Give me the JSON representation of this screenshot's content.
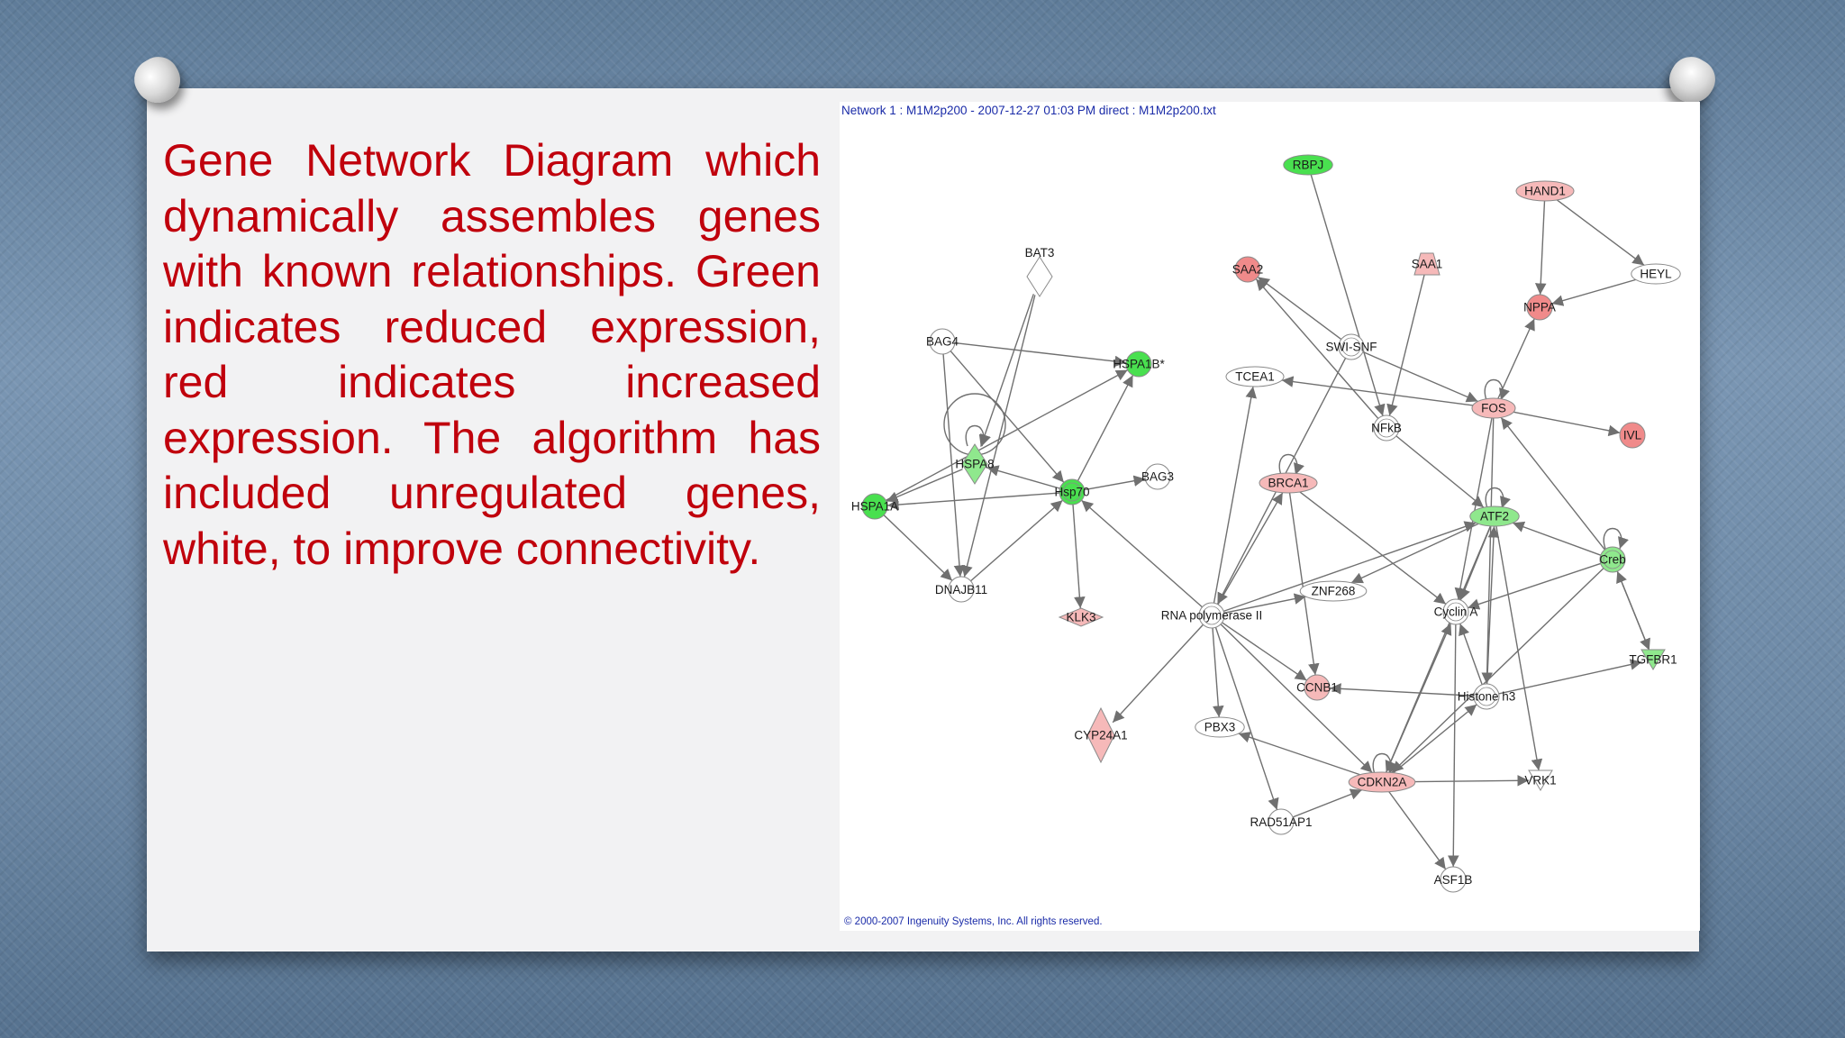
{
  "description": "Gene Network Diagram which dynamically assembles genes with known relationships. Green indicates reduced expression, red indicates increased expression. The algorithm has included unregulated genes, white, to improve connectivity.",
  "network": {
    "header": "Network 1 : M1M2p200 - 2007-12-27 01:03 PM direct : M1M2p200.txt",
    "copyright": "© 2000-2007 Ingenuity Systems, Inc. All rights reserved."
  },
  "colors": {
    "text_red": "#c0000c",
    "node_green": "#49e04f",
    "node_light_green": "#8fe88d",
    "node_red": "#f08a8a",
    "node_light_red": "#f6b9b9",
    "node_white": "#ffffff",
    "edge": "#707070",
    "header_blue": "#1a2ba8"
  },
  "nodes": [
    {
      "id": "RBPJ",
      "label": "RBPJ",
      "color": "green",
      "shape": "ellipse"
    },
    {
      "id": "HAND1",
      "label": "HAND1",
      "color": "light-red",
      "shape": "ellipse"
    },
    {
      "id": "SAA2",
      "label": "SAA2",
      "color": "red",
      "shape": "circle"
    },
    {
      "id": "SAA1",
      "label": "SAA1",
      "color": "light-red",
      "shape": "trapezoid"
    },
    {
      "id": "HEYL",
      "label": "HEYL",
      "color": "white",
      "shape": "ellipse"
    },
    {
      "id": "NPPA",
      "label": "NPPA",
      "color": "red",
      "shape": "circle"
    },
    {
      "id": "BAT3",
      "label": "BAT3",
      "color": "white",
      "shape": "diamond"
    },
    {
      "id": "BAG4",
      "label": "BAG4",
      "color": "white",
      "shape": "circle"
    },
    {
      "id": "HSPA1B",
      "label": "HSPA1B*",
      "color": "bright-green",
      "shape": "circle"
    },
    {
      "id": "SWISNF",
      "label": "SWI-SNF",
      "color": "white",
      "shape": "complex"
    },
    {
      "id": "TCEA1",
      "label": "TCEA1",
      "color": "white",
      "shape": "ellipse"
    },
    {
      "id": "FOS",
      "label": "FOS",
      "color": "light-red",
      "shape": "ellipse"
    },
    {
      "id": "IVL",
      "label": "IVL",
      "color": "red",
      "shape": "circle"
    },
    {
      "id": "NFKB",
      "label": "NFkB",
      "color": "white",
      "shape": "complex"
    },
    {
      "id": "HSPA8",
      "label": "HSPA8",
      "color": "light-green",
      "shape": "diamond"
    },
    {
      "id": "BAG3",
      "label": "BAG3",
      "color": "white",
      "shape": "circle"
    },
    {
      "id": "HSP70",
      "label": "Hsp70",
      "color": "bright-green",
      "shape": "complex"
    },
    {
      "id": "HSPA1A",
      "label": "HSPA1A",
      "color": "bright-green",
      "shape": "circle"
    },
    {
      "id": "BRCA1",
      "label": "BRCA1",
      "color": "light-red",
      "shape": "ellipse"
    },
    {
      "id": "ATF2",
      "label": "ATF2",
      "color": "light-green",
      "shape": "ellipse"
    },
    {
      "id": "CREB",
      "label": "Creb",
      "color": "light-green",
      "shape": "complex"
    },
    {
      "id": "DNAJB11",
      "label": "DNAJB11",
      "color": "white",
      "shape": "circle"
    },
    {
      "id": "ZNF268",
      "label": "ZNF268",
      "color": "white",
      "shape": "ellipse"
    },
    {
      "id": "KLK3",
      "label": "KLK3",
      "color": "light-red",
      "shape": "diamond"
    },
    {
      "id": "RNAPOL",
      "label": "RNA polymerase II",
      "color": "white",
      "shape": "complex"
    },
    {
      "id": "CYCLINA",
      "label": "Cyclin A",
      "color": "white",
      "shape": "complex"
    },
    {
      "id": "TGFBR1",
      "label": "TGFBR1",
      "color": "light-green",
      "shape": "triangle-down"
    },
    {
      "id": "CCNB1",
      "label": "CCNB1",
      "color": "light-red",
      "shape": "circle"
    },
    {
      "id": "HISTONEH3",
      "label": "Histone h3",
      "color": "white",
      "shape": "complex"
    },
    {
      "id": "PBX3",
      "label": "PBX3",
      "color": "white",
      "shape": "ellipse"
    },
    {
      "id": "CYP24A1",
      "label": "CYP24A1",
      "color": "light-red",
      "shape": "tall-diamond"
    },
    {
      "id": "CDKN2A",
      "label": "CDKN2A",
      "color": "light-red",
      "shape": "ellipse"
    },
    {
      "id": "VRK1",
      "label": "VRK1",
      "color": "white",
      "shape": "triangle-down"
    },
    {
      "id": "RAD51AP1",
      "label": "RAD51AP1",
      "color": "white",
      "shape": "circle"
    },
    {
      "id": "ASF1B",
      "label": "ASF1B",
      "color": "white",
      "shape": "circle"
    }
  ],
  "edges": [
    [
      "RBPJ",
      "NFKB"
    ],
    [
      "HAND1",
      "NPPA"
    ],
    [
      "HAND1",
      "HEYL"
    ],
    [
      "HEYL",
      "NPPA"
    ],
    [
      "SWISNF",
      "SAA2"
    ],
    [
      "SWISNF",
      "FOS"
    ],
    [
      "SAA1",
      "NFKB"
    ],
    [
      "FOS",
      "TCEA1"
    ],
    [
      "FOS",
      "IVL"
    ],
    [
      "FOS",
      "NPPA"
    ],
    [
      "FOS",
      "FOS"
    ],
    [
      "NFKB",
      "SAA2"
    ],
    [
      "NFKB",
      "ATF2"
    ],
    [
      "BAG4",
      "HSPA1B"
    ],
    [
      "BAG4",
      "HSP70"
    ],
    [
      "BAG4",
      "DNAJB11"
    ],
    [
      "BAT3",
      "HSPA8"
    ],
    [
      "BAT3",
      "DNAJB11"
    ],
    [
      "HSP70",
      "HSPA1B"
    ],
    [
      "HSP70",
      "HSPA8"
    ],
    [
      "HSP70",
      "HSPA1A"
    ],
    [
      "HSP70",
      "BAG3"
    ],
    [
      "HSP70",
      "KLK3"
    ],
    [
      "HSPA8",
      "HSPA8"
    ],
    [
      "HSPA1A",
      "DNAJB11"
    ],
    [
      "HSPA8",
      "HSPA1A"
    ],
    [
      "DNAJB11",
      "HSP70"
    ],
    [
      "RNAPOL",
      "HSP70"
    ],
    [
      "RNAPOL",
      "TCEA1"
    ],
    [
      "RNAPOL",
      "BRCA1"
    ],
    [
      "RNAPOL",
      "ZNF268"
    ],
    [
      "RNAPOL",
      "CYP24A1"
    ],
    [
      "RNAPOL",
      "PBX3"
    ],
    [
      "RNAPOL",
      "CCNB1"
    ],
    [
      "RNAPOL",
      "CDKN2A"
    ],
    [
      "RNAPOL",
      "RAD51AP1"
    ],
    [
      "RNAPOL",
      "ATF2"
    ],
    [
      "SWISNF",
      "RNAPOL"
    ],
    [
      "BRCA1",
      "BRCA1"
    ],
    [
      "BRCA1",
      "CYCLINA"
    ],
    [
      "BRCA1",
      "CCNB1"
    ],
    [
      "ATF2",
      "ATF2"
    ],
    [
      "ATF2",
      "ZNF268"
    ],
    [
      "ATF2",
      "CYCLINA"
    ],
    [
      "ATF2",
      "CDKN2A"
    ],
    [
      "FOS",
      "CYCLINA"
    ],
    [
      "FOS",
      "HISTONEH3"
    ],
    [
      "CREB",
      "FOS"
    ],
    [
      "CREB",
      "ATF2"
    ],
    [
      "CREB",
      "CYCLINA"
    ],
    [
      "CREB",
      "CREB"
    ],
    [
      "CREB",
      "TGFBR1"
    ],
    [
      "TGFBR1",
      "CREB"
    ],
    [
      "CREB",
      "CDKN2A"
    ],
    [
      "HISTONEH3",
      "CCNB1"
    ],
    [
      "HISTONEH3",
      "CYCLINA"
    ],
    [
      "HISTONEH3",
      "TGFBR1"
    ],
    [
      "HISTONEH3",
      "ATF2"
    ],
    [
      "CDKN2A",
      "HISTONEH3"
    ],
    [
      "CDKN2A",
      "CYCLINA"
    ],
    [
      "CDKN2A",
      "VRK1"
    ],
    [
      "CDKN2A",
      "PBX3"
    ],
    [
      "CDKN2A",
      "ASF1B"
    ],
    [
      "CDKN2A",
      "CDKN2A"
    ],
    [
      "CYCLINA",
      "ASF1B"
    ],
    [
      "ATF2",
      "VRK1"
    ],
    [
      "HSPA1A",
      "HSPA1B"
    ],
    [
      "RAD51AP1",
      "CDKN2A"
    ]
  ]
}
